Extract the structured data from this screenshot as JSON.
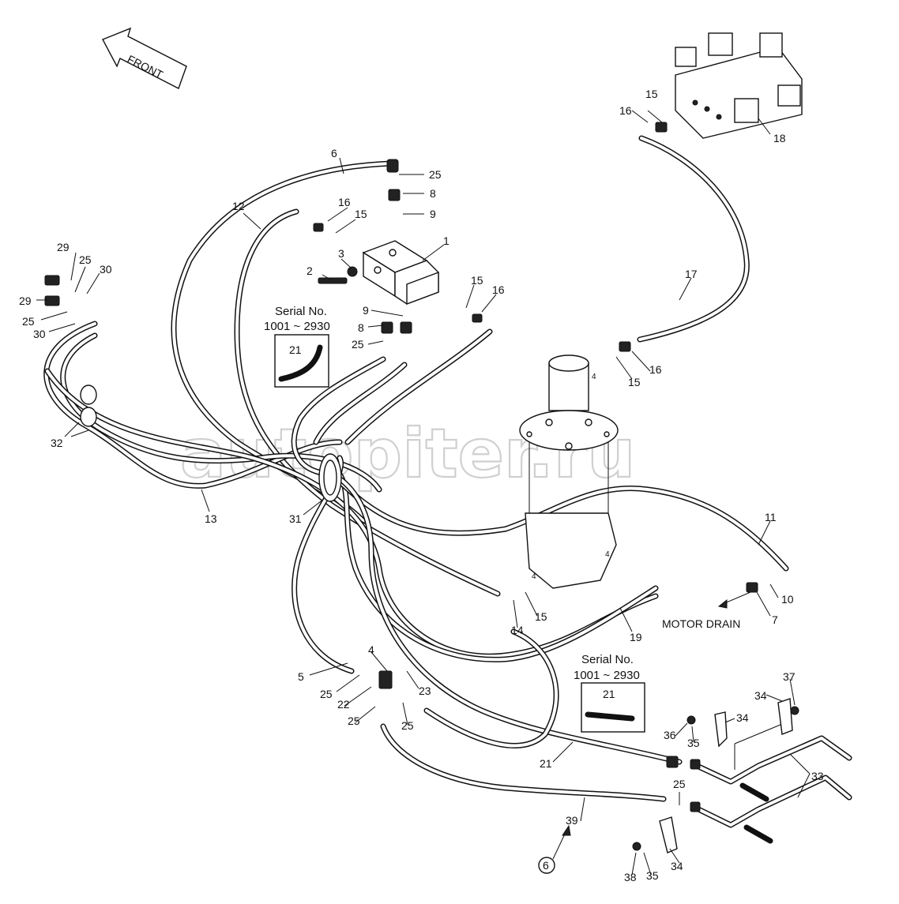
{
  "front_arrow": {
    "label": "FRONT"
  },
  "serial_boxes": [
    {
      "title": "Serial No.",
      "range": "1001 ~ 2930",
      "part": "21"
    },
    {
      "title": "Serial No.",
      "range": "1001 ~ 2930",
      "part": "21"
    }
  ],
  "motor_drain": {
    "label": "MOTOR DRAIN"
  },
  "watermark": {
    "text": "autopiter.ru"
  },
  "figure_ref": {
    "label": "6"
  },
  "part_labels": {
    "p1": "1",
    "p2": "2",
    "p3": "3",
    "p4a": "4",
    "p4b": "4",
    "p4c": "4",
    "p4d": "4",
    "p5": "5",
    "p6": "6",
    "p7": "7",
    "p8a": "8",
    "p8b": "8",
    "p9a": "9",
    "p9b": "9",
    "p10": "10",
    "p11": "11",
    "p12": "12",
    "p13": "13",
    "p14": "14",
    "p15a": "15",
    "p15b": "15",
    "p15c": "15",
    "p15d": "15",
    "p15e": "15",
    "p16a": "16",
    "p16b": "16",
    "p16c": "16",
    "p16d": "16",
    "p17": "17",
    "p18": "18",
    "p19": "19",
    "p21": "21",
    "p22": "22",
    "p23": "23",
    "p25a": "25",
    "p25b": "25",
    "p25c": "25",
    "p25d": "25",
    "p25e": "25",
    "p25f": "25",
    "p25g": "25",
    "p25h": "25",
    "p29a": "29",
    "p29b": "29",
    "p30a": "30",
    "p30b": "30",
    "p31": "31",
    "p32": "32",
    "p33": "33",
    "p34a": "34",
    "p34b": "34",
    "p34c": "34",
    "p35a": "35",
    "p35b": "35",
    "p36": "36",
    "p37": "37",
    "p38": "38",
    "p39": "39"
  }
}
